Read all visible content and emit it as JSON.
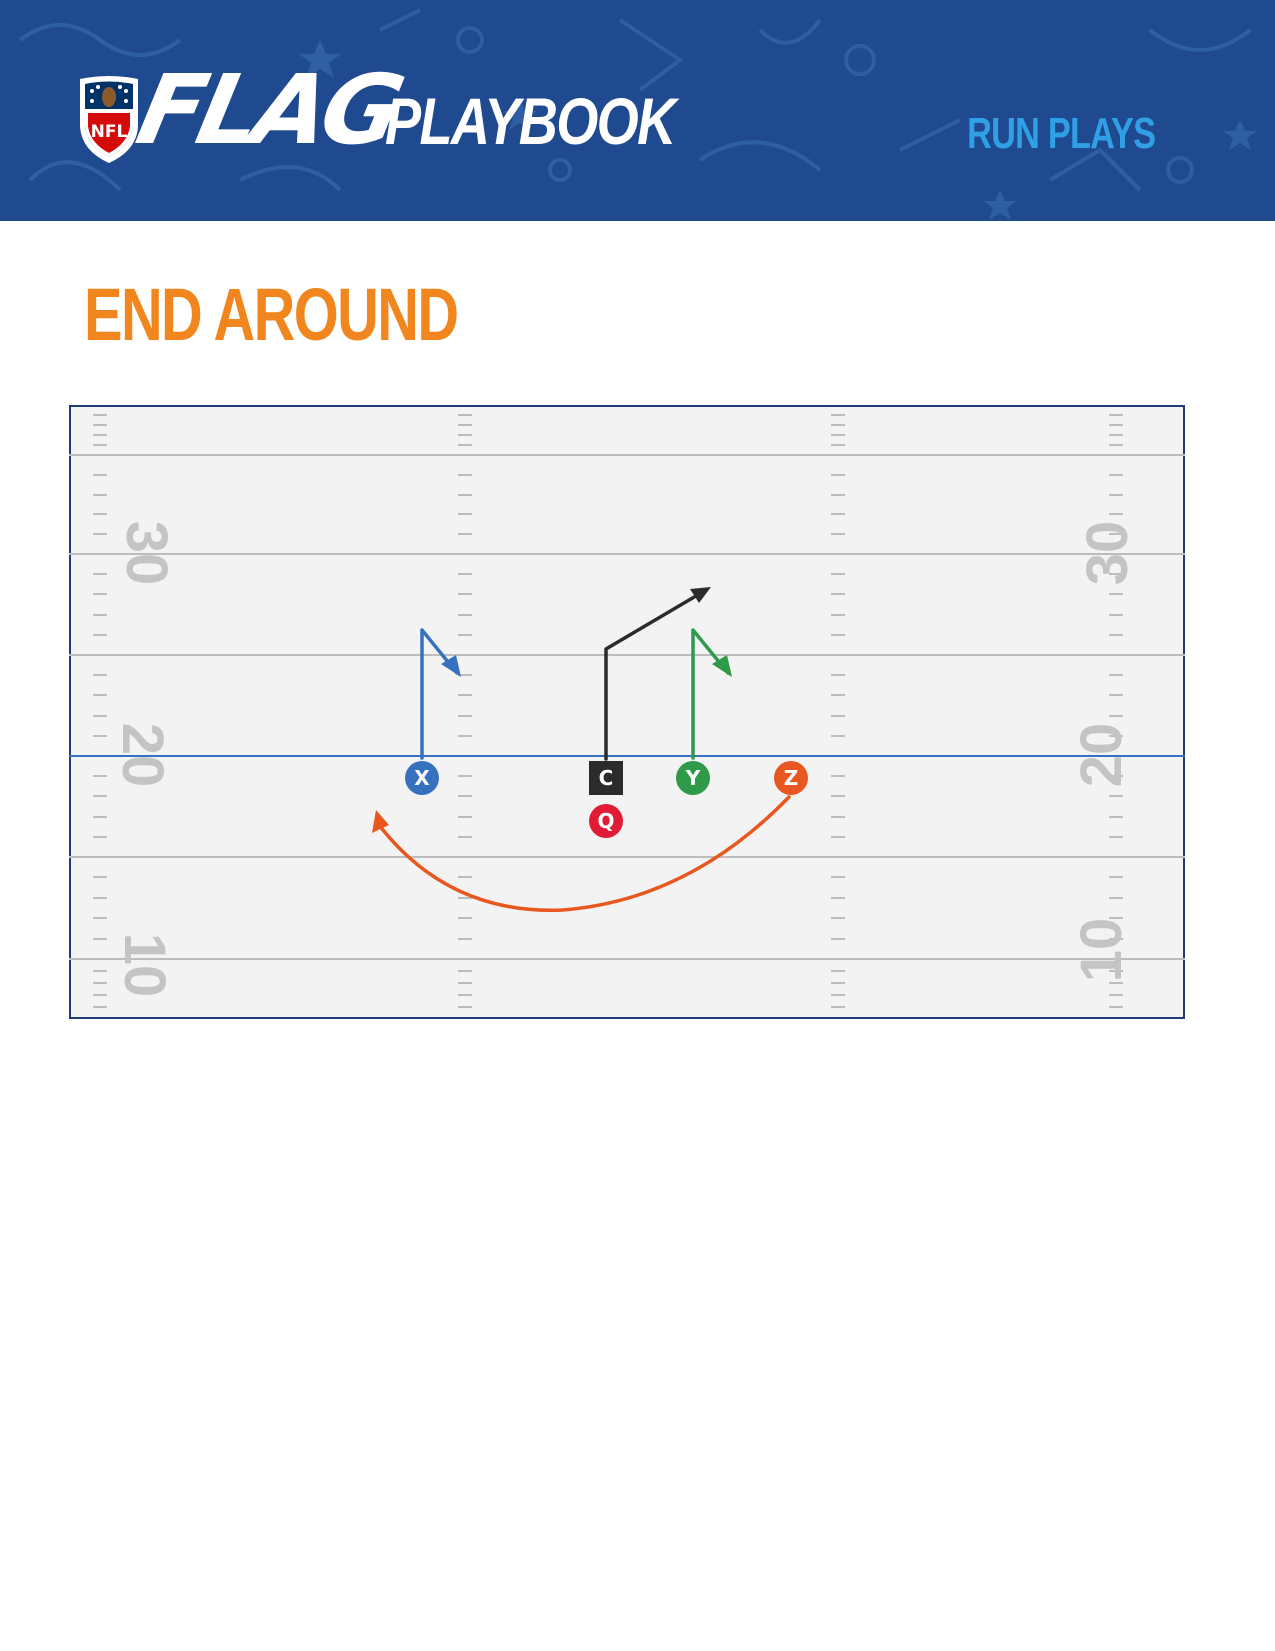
{
  "header": {
    "logo_text": "NFL",
    "brand_word": "FLAG",
    "subtitle": "PLAYBOOK",
    "section": "RUN PLAYS"
  },
  "play": {
    "title": "END AROUND"
  },
  "field": {
    "yard_numbers": {
      "thirty": "30",
      "twenty": "20",
      "ten": "10"
    },
    "players": [
      {
        "id": "X",
        "label": "X",
        "color": "#3671bf",
        "shape": "circle"
      },
      {
        "id": "C",
        "label": "C",
        "color": "#2b2b2b",
        "shape": "square"
      },
      {
        "id": "Y",
        "label": "Y",
        "color": "#2e9a4a",
        "shape": "circle"
      },
      {
        "id": "Z",
        "label": "Z",
        "color": "#e8571f",
        "shape": "circle"
      },
      {
        "id": "Q",
        "label": "Q",
        "color": "#e11b36",
        "shape": "circle"
      }
    ],
    "routes": [
      {
        "player": "X",
        "type": "post-out",
        "color": "#3671bf"
      },
      {
        "player": "C",
        "type": "slant",
        "color": "#2b2b2b"
      },
      {
        "player": "Y",
        "type": "post-out",
        "color": "#2e9a4a"
      },
      {
        "player": "Z",
        "type": "end-around",
        "color": "#e8571f"
      }
    ],
    "colors": {
      "turf": "#f3f3f3",
      "border": "#1e3a78",
      "line_of_scrimmage": "#3671bf",
      "yard_lines": "#bdbdbd",
      "numbers": "#c4c4c4"
    }
  }
}
